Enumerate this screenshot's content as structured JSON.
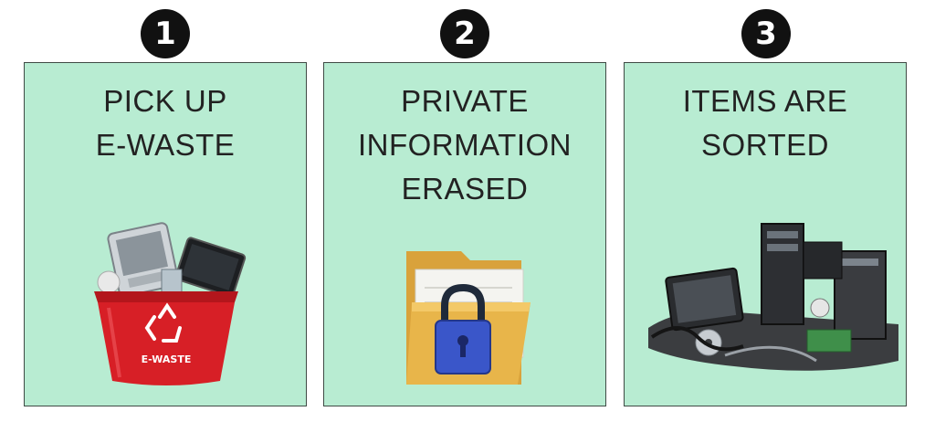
{
  "steps": [
    {
      "number": "1",
      "title": "PICK UP\nE-WASTE",
      "icon": "recycle-bin-icon",
      "bin_label": "E-WASTE"
    },
    {
      "number": "2",
      "title": "PRIVATE\nINFORMATION\nERASED",
      "icon": "locked-folder-icon"
    },
    {
      "number": "3",
      "title": "ITEMS ARE\nSORTED",
      "icon": "electronics-pile-icon"
    }
  ],
  "colors": {
    "panel_bg": "#b8ecd2",
    "panel_border": "#3f4a45",
    "badge": "#111111",
    "bin_red": "#d71f26",
    "folder": "#e8b54a",
    "lock": "#3a56c9"
  }
}
